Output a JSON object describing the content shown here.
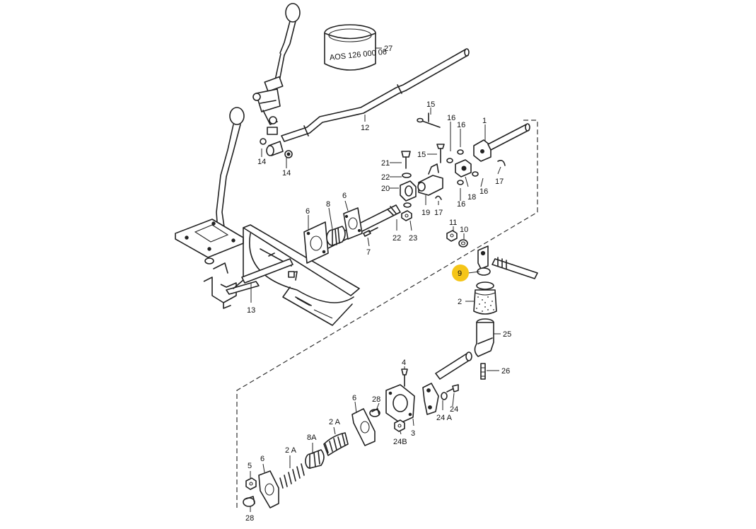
{
  "diagram": {
    "ring_marking": "AOS 126 000 06",
    "highlight_color": "#f5c518",
    "highlighted_part": "9"
  },
  "callouts": [
    {
      "id": "c27",
      "text": "27"
    },
    {
      "id": "c12",
      "text": "12"
    },
    {
      "id": "c14a",
      "text": "14"
    },
    {
      "id": "c14b",
      "text": "14"
    },
    {
      "id": "c15a",
      "text": "15"
    },
    {
      "id": "c16a",
      "text": "16"
    },
    {
      "id": "c16b",
      "text": "16"
    },
    {
      "id": "c1",
      "text": "1"
    },
    {
      "id": "c15b",
      "text": "15"
    },
    {
      "id": "c21",
      "text": "21"
    },
    {
      "id": "c22a",
      "text": "22"
    },
    {
      "id": "c20",
      "text": "20"
    },
    {
      "id": "c19",
      "text": "19"
    },
    {
      "id": "c17a",
      "text": "17"
    },
    {
      "id": "c18",
      "text": "18"
    },
    {
      "id": "c16c",
      "text": "16"
    },
    {
      "id": "c16d",
      "text": "16"
    },
    {
      "id": "c17b",
      "text": "17"
    },
    {
      "id": "c6a",
      "text": "6"
    },
    {
      "id": "c8",
      "text": "8"
    },
    {
      "id": "c6b",
      "text": "6"
    },
    {
      "id": "c22b",
      "text": "22"
    },
    {
      "id": "c23",
      "text": "23"
    },
    {
      "id": "c7",
      "text": "7"
    },
    {
      "id": "c11",
      "text": "11"
    },
    {
      "id": "c10",
      "text": "10"
    },
    {
      "id": "c13",
      "text": "13"
    },
    {
      "id": "c9",
      "text": "9"
    },
    {
      "id": "c2",
      "text": "2"
    },
    {
      "id": "c25",
      "text": "25"
    },
    {
      "id": "c26",
      "text": "26"
    },
    {
      "id": "c4",
      "text": "4"
    },
    {
      "id": "c6c",
      "text": "6"
    },
    {
      "id": "c28a",
      "text": "28"
    },
    {
      "id": "c24",
      "text": "24"
    },
    {
      "id": "c24A",
      "text": "24 A"
    },
    {
      "id": "c3",
      "text": "3"
    },
    {
      "id": "c24B",
      "text": "24B"
    },
    {
      "id": "c2Aa",
      "text": "2 A"
    },
    {
      "id": "c8A",
      "text": "8A"
    },
    {
      "id": "c2Ab",
      "text": "2 A"
    },
    {
      "id": "c6d",
      "text": "6"
    },
    {
      "id": "c5",
      "text": "5"
    },
    {
      "id": "c28b",
      "text": "28"
    }
  ]
}
